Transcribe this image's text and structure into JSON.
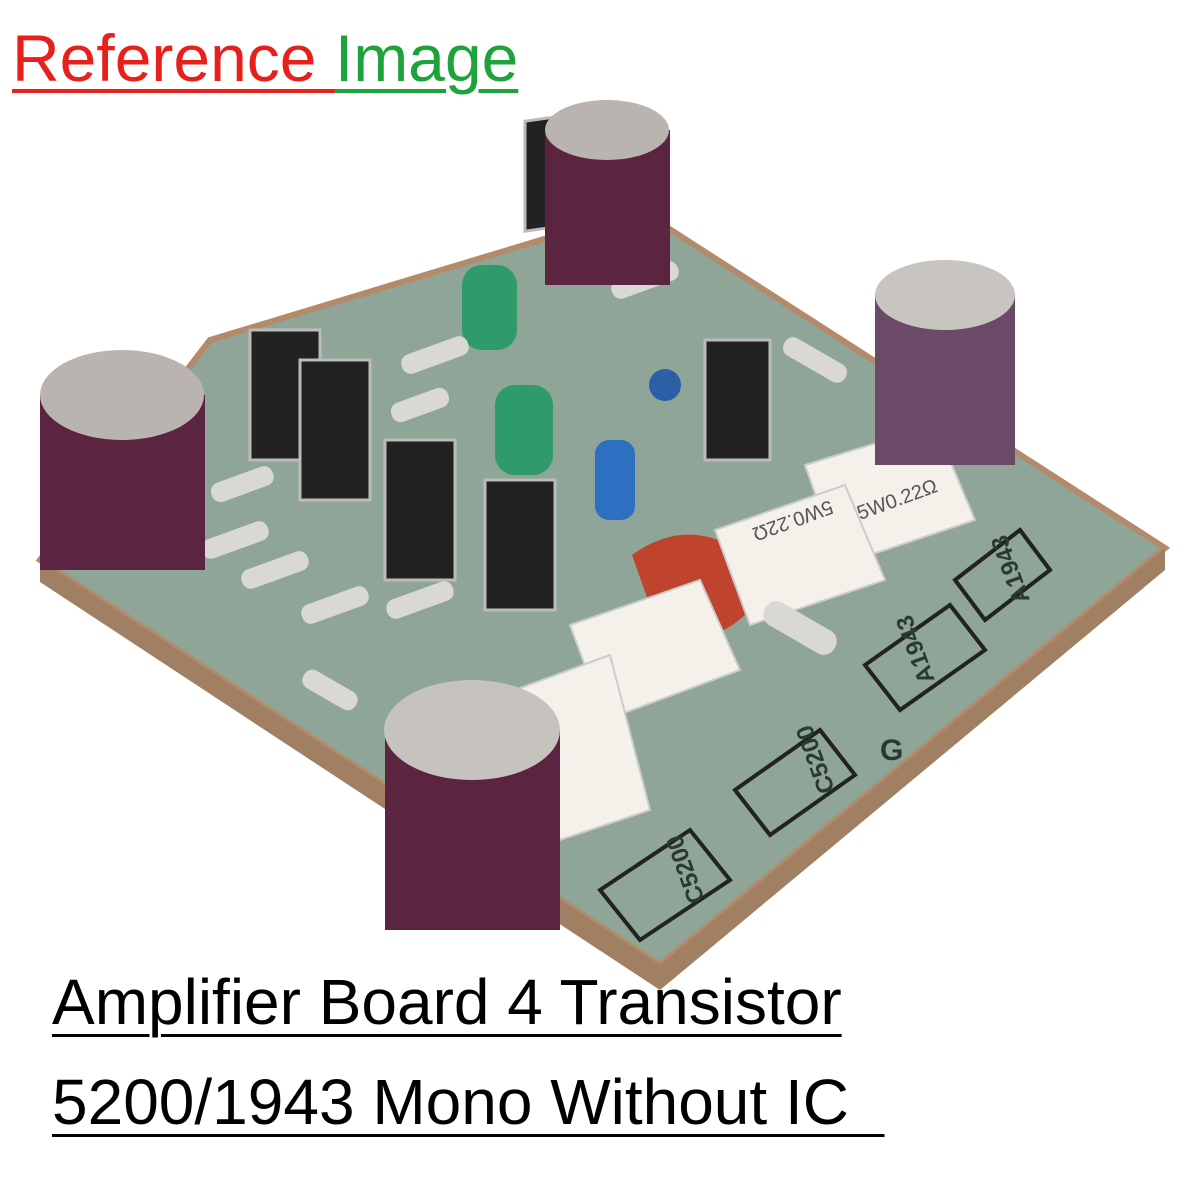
{
  "header": {
    "word1": "Reference",
    "word2": "Image"
  },
  "caption": {
    "line1": "Amplifier Board 4 Transistor",
    "line2": "5200/1943 Mono Without IC  "
  },
  "board_labels": {
    "transistor_n": "C5200",
    "transistor_p": "A1943",
    "resistor": "5W0.22Ω",
    "ground": "G"
  },
  "colors": {
    "reference": "#e8201c",
    "image": "#1ea33a",
    "board": "#8fa597",
    "capacitor": "#5b2440"
  }
}
